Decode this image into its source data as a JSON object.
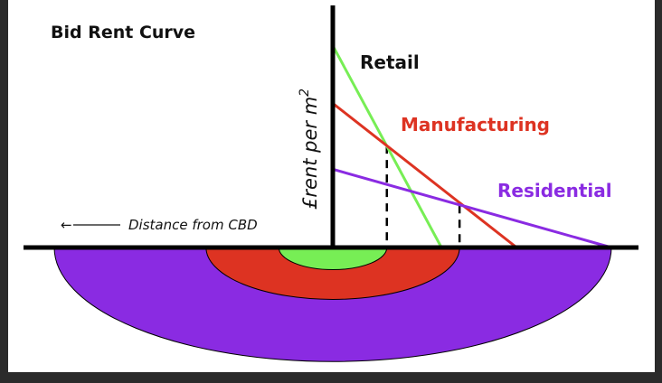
{
  "chart_data": {
    "type": "line",
    "title": "Bid Rent Curve",
    "ylabel": "£rent per m²",
    "ylabel_main": "£rent per m",
    "ylabel_sup": "2",
    "xlabel": "Distance from CBD",
    "xlabel_arrow": "←",
    "xlim": [
      0,
      1
    ],
    "ylim": [
      0,
      1
    ],
    "series": [
      {
        "name": "Retail",
        "color": "#77ee55",
        "points": [
          [
            0,
            0.98
          ],
          [
            0.39,
            0
          ]
        ]
      },
      {
        "name": "Manufacturing",
        "color": "#dd3322",
        "points": [
          [
            0,
            0.7
          ],
          [
            0.66,
            0
          ]
        ]
      },
      {
        "name": "Residential",
        "color": "#8a2be2",
        "points": [
          [
            0,
            0.38
          ],
          [
            1.0,
            0
          ]
        ]
      }
    ],
    "intersections": [
      {
        "between": [
          "Retail",
          "Manufacturing"
        ],
        "x": 0.194,
        "y": 0.495
      },
      {
        "between": [
          "Manufacturing",
          "Residential"
        ],
        "x": 0.455,
        "y": 0.205
      }
    ],
    "zones": [
      {
        "name": "Retail",
        "color": "#77ee55",
        "outer_x": 0.194
      },
      {
        "name": "Manufacturing",
        "color": "#dd3322",
        "outer_x": 0.455
      },
      {
        "name": "Residential",
        "color": "#8a2be2",
        "outer_x": 1.0
      }
    ],
    "grid": false,
    "legend": "inline-labels"
  }
}
